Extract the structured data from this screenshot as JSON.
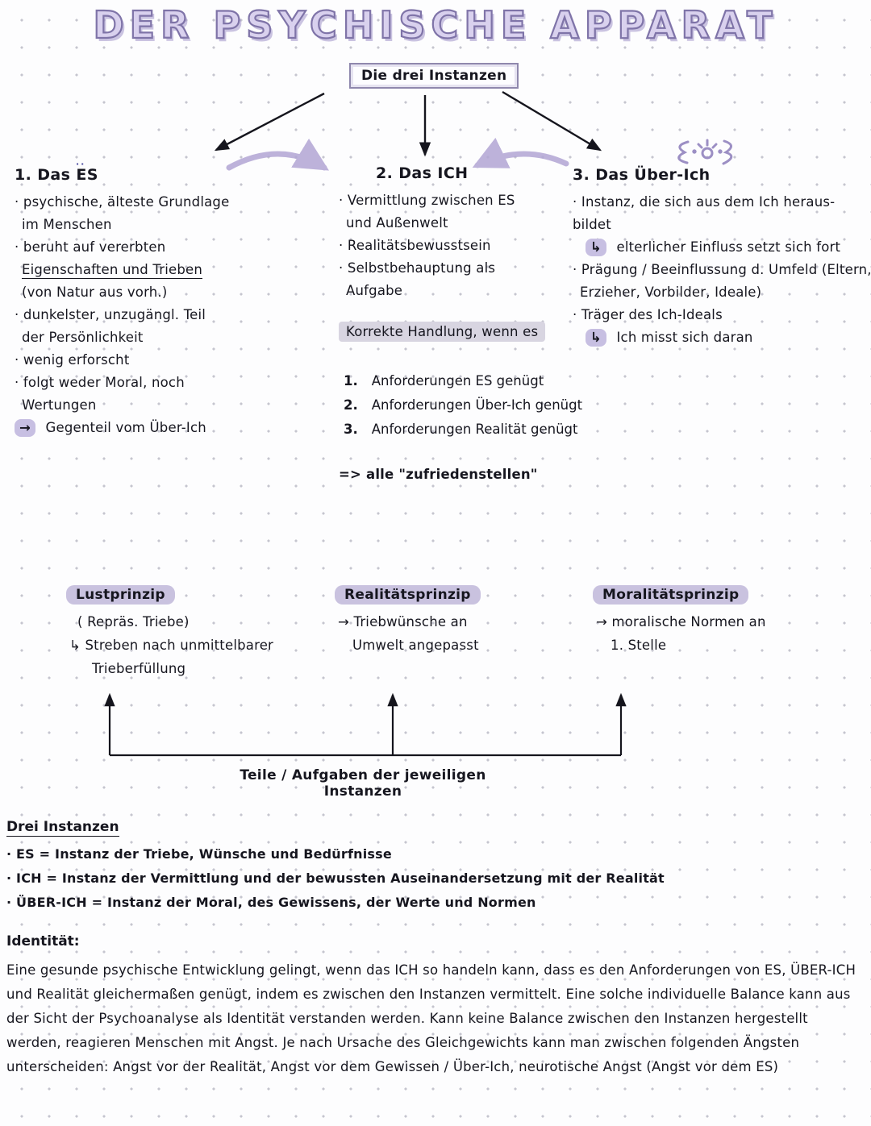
{
  "colors": {
    "accent": "#9c8fc4",
    "highlight_gray": "#d8d5e1",
    "highlight_purple": "#c9c2df",
    "ink": "#16161f"
  },
  "title": "DER PSYCHISCHE APPARAT",
  "box_label": "Die drei Instanzen",
  "es": {
    "heading": "1. Das ES",
    "dots": "··",
    "lines": [
      "· psychische, älteste Grundlage",
      "im Menschen",
      "· beruht auf vererbten",
      "Eigenschaften und Trieben",
      "(von Natur aus vorh.)",
      "· dunkelster, unzugängl. Teil",
      "der Persönlichkeit",
      "· wenig erforscht",
      "· folgt weder Moral, noch",
      "Wertungen"
    ],
    "arrow_line": {
      "arrow": "→",
      "text": "Gegenteil vom Über-Ich"
    }
  },
  "ich": {
    "heading": "2. Das ICH",
    "lines": [
      "· Vermittlung zwischen ES",
      "und Außenwelt",
      "· Realitätsbewusstsein",
      "· Selbstbehauptung als",
      "Aufgabe"
    ],
    "highlight": "Korrekte Handlung, wenn es",
    "numbered": [
      {
        "n": "1.",
        "t": "Anforderungen ES genügt"
      },
      {
        "n": "2.",
        "t": "Anforderungen Über-Ich genügt"
      },
      {
        "n": "3.",
        "t": "Anforderungen Realität genügt"
      }
    ],
    "conclusion": "=> alle \"zufriedenstellen\""
  },
  "ueberich": {
    "heading": "3. Das Über-Ich",
    "lines_a": [
      "· Instanz, die sich aus dem Ich heraus-",
      "bildet"
    ],
    "arrow1": {
      "arrow": "↳",
      "text": "elterlicher Einfluss setzt sich fort"
    },
    "lines_b": [
      "· Prägung / Beeinflussung d. Umfeld (Eltern,",
      "Erzieher, Vorbilder, Ideale)",
      "· Träger des Ich-Ideals"
    ],
    "arrow2": {
      "arrow": "↳",
      "text": "Ich misst sich daran"
    }
  },
  "principles": [
    {
      "label": "Lustprinzip",
      "lines": [
        "( Repräs. Triebe)",
        "↳ Streben nach unmittelbarer",
        "Trieberfüllung"
      ]
    },
    {
      "label": "Realitätsprinzip",
      "lines": [
        "→ Triebwünsche an",
        "Umwelt angepasst"
      ]
    },
    {
      "label": "Moralitätsprinzip",
      "lines": [
        "→ moralische Normen an",
        "1. Stelle"
      ]
    }
  ],
  "bracket_label": "Teile / Aufgaben der jeweiligen Instanzen",
  "definitions": {
    "heading": "Drei Instanzen",
    "items": [
      "· ES = Instanz der Triebe, Wünsche und Bedürfnisse",
      "· ICH = Instanz der Vermittlung und der bewussten Auseinandersetzung mit der Realität",
      "· ÜBER-ICH = Instanz der Moral, des Gewissens, der Werte und Normen"
    ]
  },
  "identity": {
    "heading": "Identität:",
    "text": "Eine gesunde psychische Entwicklung gelingt, wenn das ICH so handeln kann, dass es den Anforderungen von ES, ÜBER-ICH und Realität gleichermaßen genügt, indem es zwischen den Instanzen vermittelt. Eine solche individuelle Balance kann aus der Sicht der Psychoanalyse als Identität verstanden werden. Kann keine Balance zwischen den Instanzen hergestellt werden, reagieren Menschen mit Angst. Je nach Ursache des Gleichgewichts kann man zwischen folgenden Ängsten unterscheiden: Angst vor der Realität, Angst vor dem Gewissen / Über-Ich, neurotische Angst (Angst vor dem ES)"
  }
}
